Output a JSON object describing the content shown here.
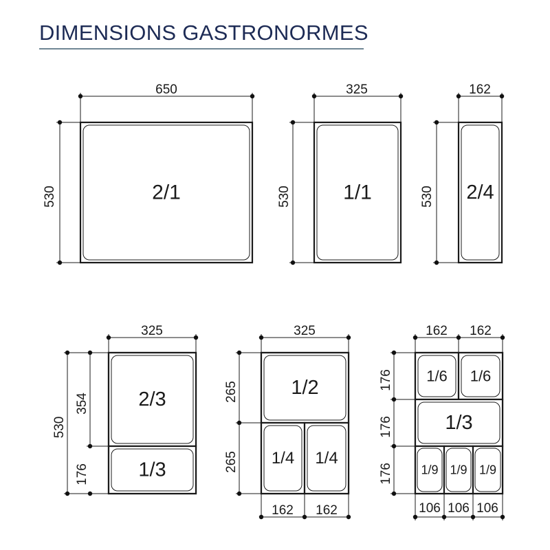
{
  "title": "DIMENSIONS GASTRONORMES",
  "diagrams": [
    {
      "id": "gn-2-1",
      "width": "650",
      "height": "530",
      "compartments": [
        "2/1"
      ]
    },
    {
      "id": "gn-1-1",
      "width": "325",
      "height": "530",
      "compartments": [
        "1/1"
      ]
    },
    {
      "id": "gn-2-4",
      "width": "162",
      "height": "530",
      "compartments": [
        "2/4"
      ]
    },
    {
      "id": "gn-2-3-1-3",
      "width": "325",
      "height": "530",
      "segments": [
        "354",
        "176"
      ],
      "compartments": [
        "2/3",
        "1/3"
      ]
    },
    {
      "id": "gn-1-2-1-4",
      "width": "325",
      "segments": [
        "265",
        "265"
      ],
      "bottom_widths": [
        "162",
        "162"
      ],
      "compartments": [
        "1/2",
        "1/4",
        "1/4"
      ]
    },
    {
      "id": "gn-combo-1-6-1-3-1-9",
      "top_widths": [
        "162",
        "162"
      ],
      "segments": [
        "176",
        "176",
        "176"
      ],
      "bottom_widths": [
        "106",
        "106",
        "106"
      ],
      "compartments": [
        "1/6",
        "1/6",
        "1/3",
        "1/9",
        "1/9",
        "1/9"
      ]
    }
  ]
}
